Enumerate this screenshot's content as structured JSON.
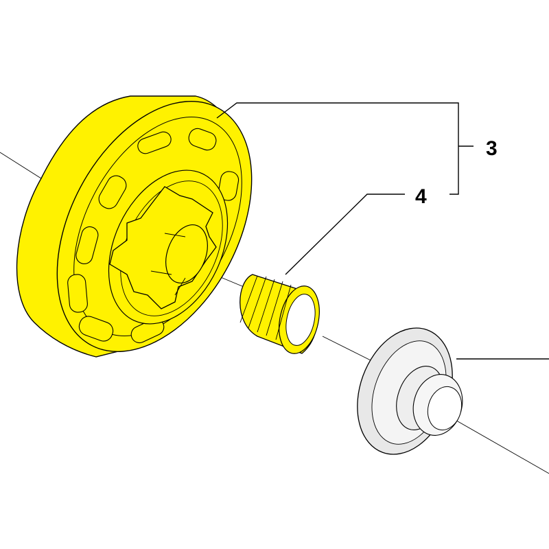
{
  "callouts": [
    {
      "id": "3",
      "label": "3"
    },
    {
      "id": "4",
      "label": "4"
    }
  ],
  "colors": {
    "part_highlight": "#FFF200",
    "part_outline": "#000000",
    "part_gray": "#E8E8E8",
    "background": "#FFFFFF"
  }
}
